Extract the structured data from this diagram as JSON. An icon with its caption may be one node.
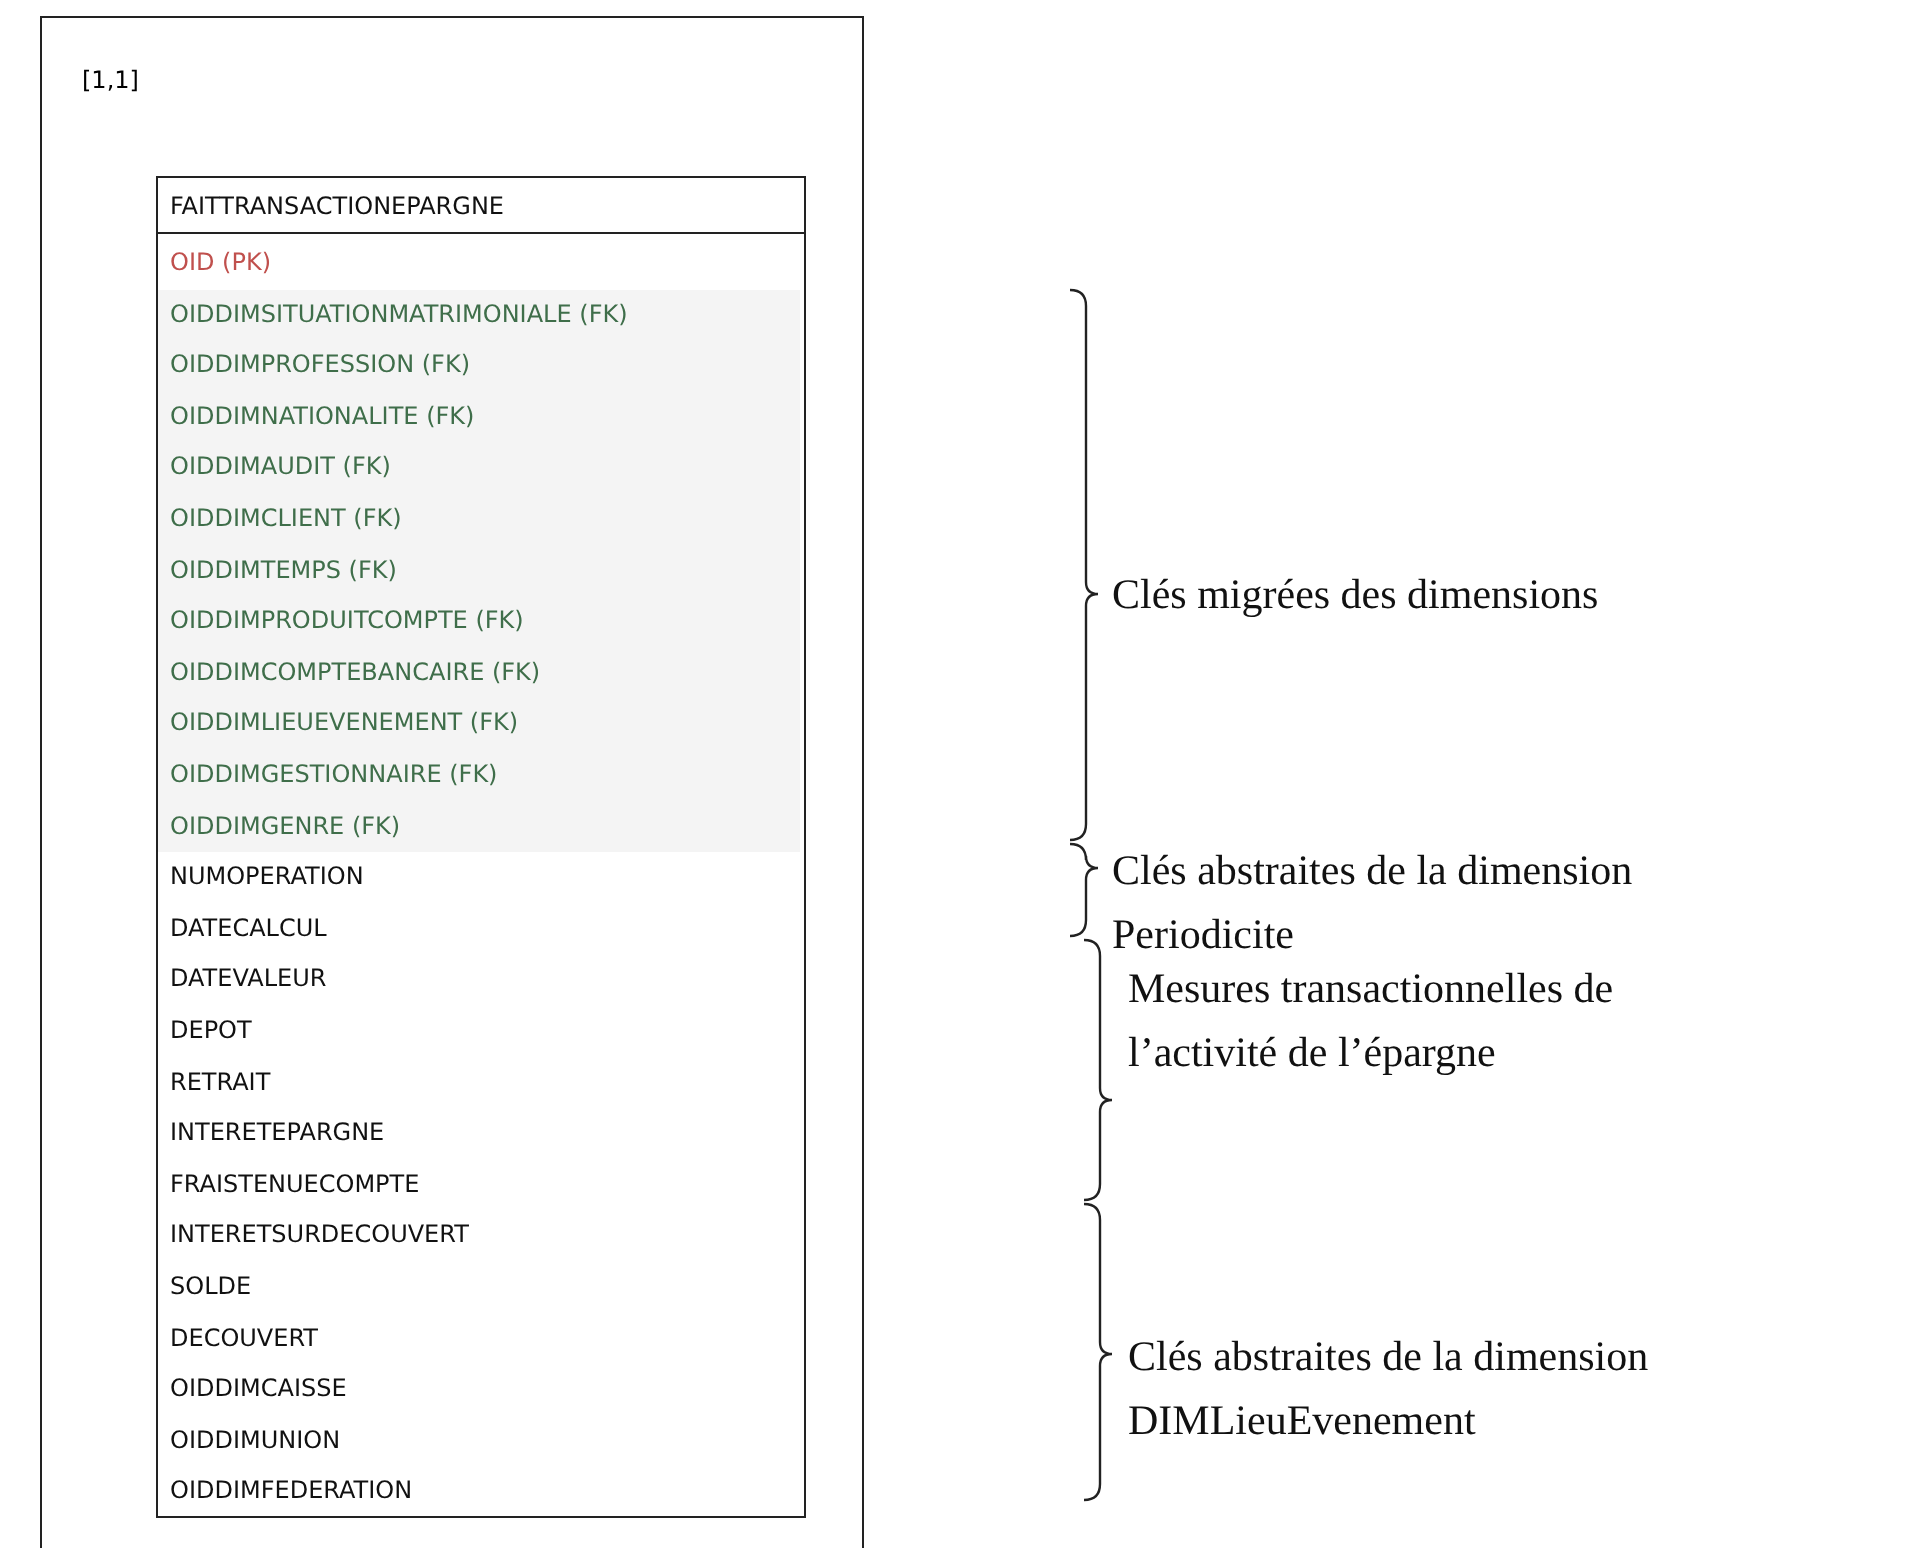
{
  "diagram": {
    "nodes": [
      {
        "text": [
          "[1,1]"
        ]
      },
      {
        "text": [
          "FAITTRANSACTIONEPARGNE",
          "OID (PK)",
          "OIDDIMSITUATIONMATRIMONIALE (FK)",
          "OIDDIMPROFESSION (FK)",
          "OIDDIMNATIONALITE (FK)",
          "OIDDIMAUDIT (FK)",
          "OIDDIMCLIENT (FK)",
          "OIDDIMTEMPS (FK)",
          "OIDDIMPRODUITCOMPTE (FK)",
          "OIDDIMCOMPTEBANCAIRE (FK)",
          "OIDDIMLIEUEVENEMENT (FK)",
          "OIDDIMGESTIONNAIRE (FK)",
          "OIDDIMGENRE (FK)",
          "NUMOPERATION",
          "DATECALCUL",
          "DATEVALEUR",
          "DEPOT",
          "RETRAIT",
          "INTERETEPARGNE",
          "FRAISTENUECOMPTE",
          "INTERETSURDECOUVERT",
          "SOLDE",
          "DECOUVERT",
          "OIDDIMCAISSE",
          "OIDDIMUNION",
          "OIDDIMFEDERATION"
        ],
        "in": 0
      }
    ],
    "labels": [
      "Clés migrées des dimensions",
      "Clés abstraites de la dimension Periodicite",
      "Mesures transactionnelles de l’activité de l’épargne",
      "Clés abstraites de la dimension DIMLieuEvenement"
    ]
  }
}
